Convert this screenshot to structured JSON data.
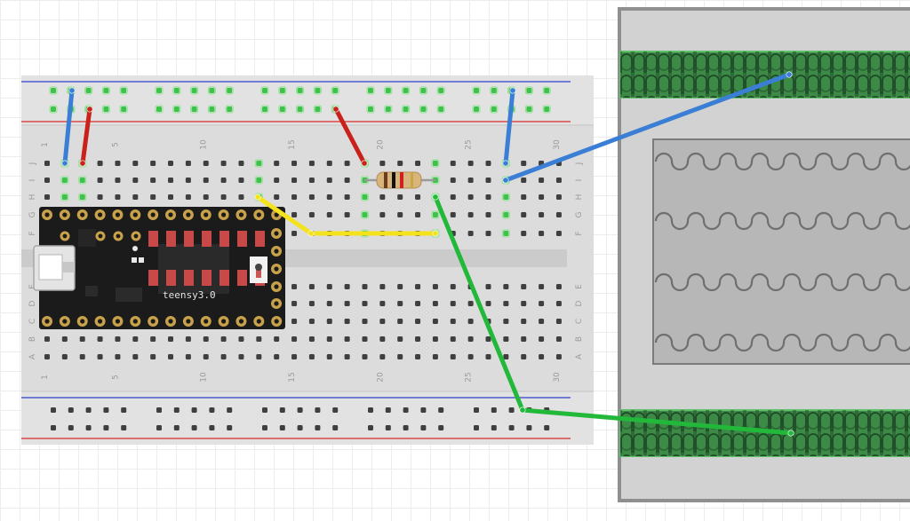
{
  "breadboard": {
    "column_labels": [
      "1",
      "5",
      "10",
      "15",
      "20",
      "25",
      "30"
    ],
    "row_labels_top": [
      "J",
      "I",
      "H",
      "G",
      "F"
    ],
    "row_labels_bottom": [
      "E",
      "D",
      "C",
      "B",
      "A"
    ]
  },
  "microcontroller": {
    "label": "teensy3.0"
  },
  "wire_colors": {
    "blue": "#3a7fd5",
    "red": "#c8221b",
    "yellow": "#f4e21c",
    "green": "#22b83a"
  },
  "rail_colors": {
    "positive": "#d72a2a",
    "negative": "#2d3fcf"
  },
  "sensor": {
    "frame_color": "#9b9b9b",
    "conductive_trace_color": "#2f6b3a"
  }
}
